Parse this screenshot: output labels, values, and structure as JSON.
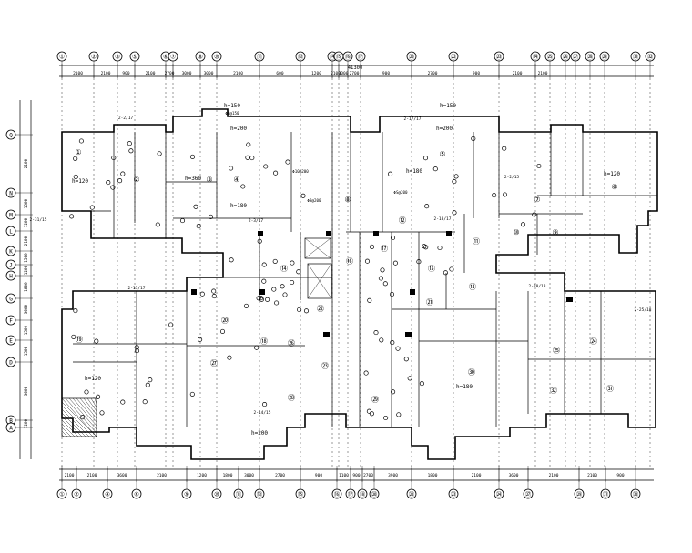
{
  "grid": {
    "top_bubbles": [
      "①",
      "②",
      "③",
      "⑤",
      "⑥",
      "⑦",
      "⑧",
      "⑩",
      "⑪",
      "⑬",
      "⑭",
      "⑮",
      "⑯",
      "⑰",
      "⑳",
      "㉒",
      "㉓",
      "㉔",
      "㉕",
      "㉖",
      "㉗",
      "㉘",
      "㉙",
      "㉛",
      "㉜"
    ],
    "bottom_bubbles": [
      "①",
      "②",
      "④",
      "⑥",
      "⑨",
      "⑩",
      "⑪",
      "⑬",
      "⑮",
      "⑯",
      "⑰",
      "⑱",
      "⑳",
      "㉒",
      "㉓",
      "㉔",
      "㉗",
      "㉙",
      "㉛",
      "㉜"
    ],
    "left_bubbles": [
      "Q",
      "N",
      "M",
      "L",
      "K",
      "J",
      "H",
      "G",
      "F",
      "E",
      "D",
      "B",
      "A"
    ],
    "top_dims": [
      "2100",
      "2100",
      "900",
      "2100",
      "2700",
      "3000",
      "3000",
      "2100",
      "600",
      "1200",
      "2100",
      "3000",
      "2700",
      "900",
      "2700",
      "900",
      "2100",
      "2100"
    ],
    "top_total": "41300",
    "bottom_dims": [
      "2100",
      "2100",
      "3600",
      "2100",
      "1200",
      "1800",
      "3000",
      "2700",
      "900",
      "1100",
      "900",
      "2700",
      "3900",
      "1800",
      "2100",
      "3600",
      "2100",
      "2100",
      "900"
    ],
    "left_dims": [
      "2100",
      "1500",
      "1200",
      "2100",
      "1500",
      "1200",
      "1800",
      "3000",
      "1500",
      "1500",
      "3000",
      "1200",
      "1200"
    ]
  },
  "rooms": {
    "numbers": [
      "①",
      "②",
      "③",
      "④",
      "⑤",
      "⑥",
      "⑦",
      "⑧",
      "⑨",
      "⑩",
      "⑪",
      "⑫",
      "⑬",
      "⑭",
      "⑮",
      "⑯",
      "⑰",
      "⑱",
      "⑲",
      "⑳",
      "㉑",
      "㉒",
      "㉓",
      "㉔",
      "㉕",
      "㉖",
      "㉗",
      "㉘",
      "㉙",
      "㉚",
      "㉛",
      "㉜"
    ],
    "heights": [
      "h=120",
      "h=180",
      "h=200",
      "h=360",
      "h=180",
      "h=120",
      "h=150",
      "h=200",
      "h=150",
      "h=200",
      "h=120",
      "h=180"
    ]
  },
  "details": {
    "callouts": [
      "2-2/17",
      "2-2/15",
      "2-3/17",
      "2-17/17",
      "2-18/17",
      "2-20/18",
      "2-25/18",
      "2-14/15",
      "2-11/17",
      "2-31/15"
    ],
    "pipes": [
      "ΦS@200",
      "Φ8@150",
      "Φ10@200",
      "Φ8@200"
    ]
  }
}
